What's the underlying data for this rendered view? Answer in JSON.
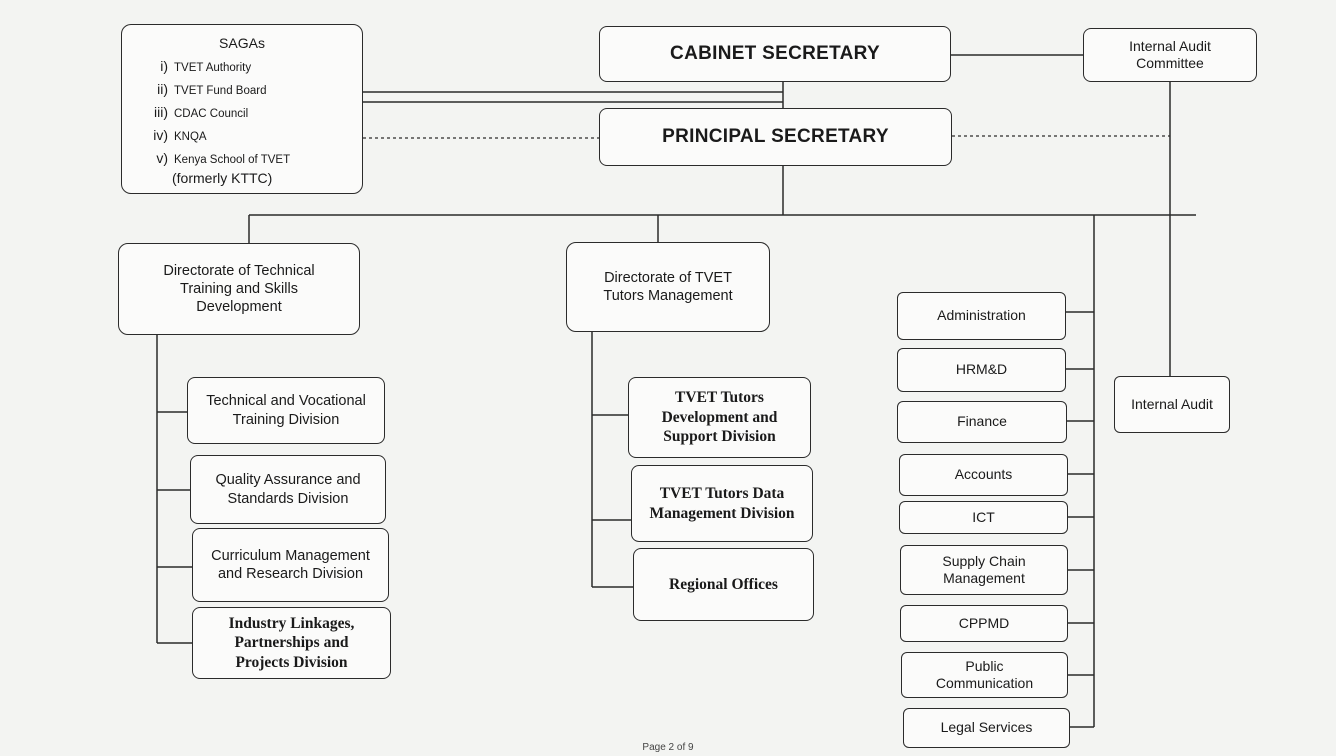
{
  "header": {
    "cabinet_secretary": "CABINET SECRETARY",
    "principal_secretary": "PRINCIPAL SECRETARY",
    "internal_audit_committee": "Internal Audit Committee"
  },
  "sagas": {
    "title": "SAGAs",
    "items": [
      {
        "num": "i)",
        "label": "TVET Authority"
      },
      {
        "num": "ii)",
        "label": "TVET Fund Board"
      },
      {
        "num": "iii)",
        "label": "CDAC Council"
      },
      {
        "num": "iv)",
        "label": "KNQA"
      },
      {
        "num": "v)",
        "label": "Kenya School of TVET"
      }
    ],
    "note": "(formerly KTTC)"
  },
  "directorate_technical": {
    "title": "Directorate of Technical Training and Skills Development",
    "divisions": [
      "Technical and Vocational Training Division",
      "Quality Assurance and Standards Division",
      "Curriculum Management and Research Division",
      "Industry Linkages, Partnerships and Projects Division"
    ]
  },
  "directorate_tutors": {
    "title": "Directorate of TVET Tutors Management",
    "divisions": [
      "TVET Tutors Development and Support Division",
      "TVET Tutors Data Management Division",
      "Regional Offices"
    ]
  },
  "support_units": [
    "Administration",
    "HRM&D",
    "Finance",
    "Accounts",
    "ICT",
    "Supply Chain Management",
    "CPPMD",
    "Public Communication",
    "Legal Services"
  ],
  "internal_audit": "Internal Audit",
  "footer": "Page 2 of 9"
}
